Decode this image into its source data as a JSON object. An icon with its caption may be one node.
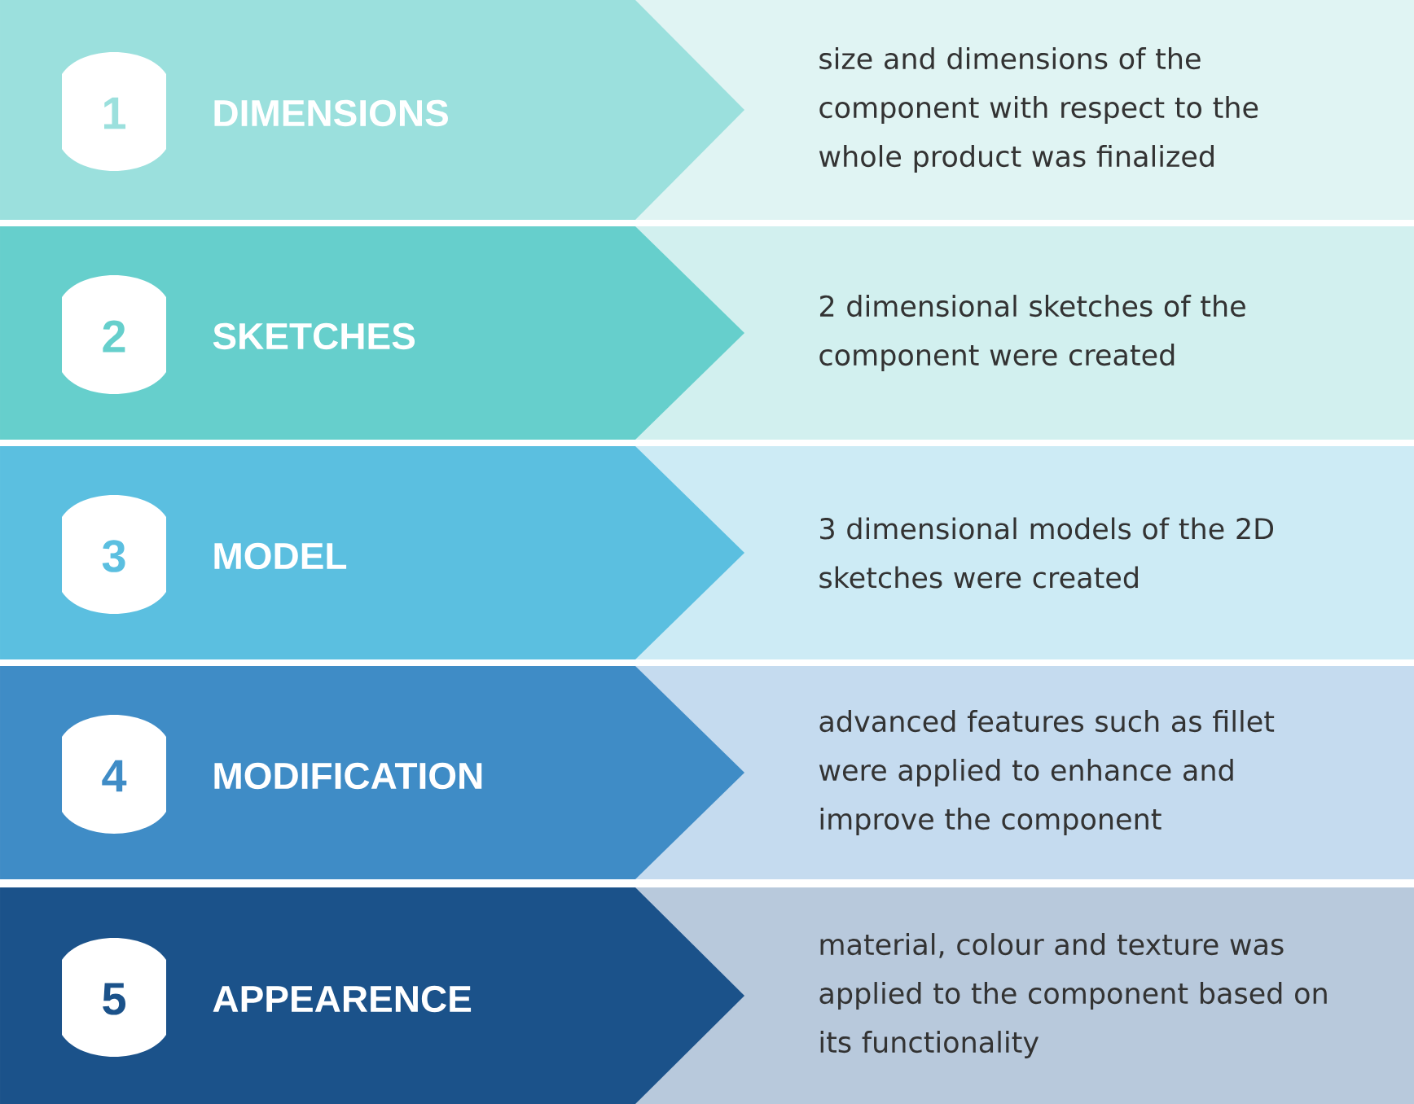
{
  "diagram": {
    "nodes": [
      {
        "text": [
          "DIMENSIONS"
        ]
      },
      {
        "text": [
          "1"
        ],
        "in": 0
      },
      {
        "text": [
          "size and dimensions of the component with respect to the whole product was finalized"
        ]
      },
      {
        "text": [
          "SKETCHES"
        ]
      },
      {
        "text": [
          "2"
        ],
        "in": 3
      },
      {
        "text": [
          "2 dimensional sketches of the component were created"
        ]
      },
      {
        "text": [
          "MODEL"
        ]
      },
      {
        "text": [
          "3"
        ],
        "in": 6
      },
      {
        "text": [
          "3 dimensional models of the 2D sketches were created"
        ]
      },
      {
        "text": [
          "MODIFICATION"
        ]
      },
      {
        "text": [
          "4"
        ],
        "in": 9
      },
      {
        "text": [
          "advanced features such as fillet were applied to enhance and improve the component"
        ]
      },
      {
        "text": [
          "APPEARENCE"
        ]
      },
      {
        "text": [
          "5"
        ],
        "in": 12
      },
      {
        "text": [
          "material, colour and texture was applied to the component based on its functionality"
        ]
      }
    ]
  }
}
